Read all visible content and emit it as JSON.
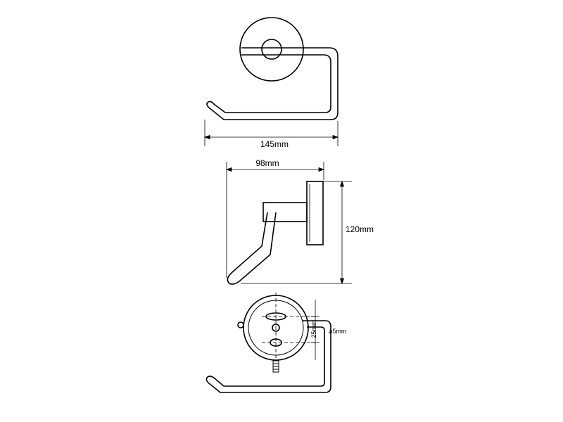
{
  "views": {
    "front": {
      "dimension_width": "145mm"
    },
    "side": {
      "dimension_depth": "98mm",
      "dimension_height": "120mm"
    },
    "back": {
      "hole_spacing": "25mm",
      "hole_diameter": "⌀5mm"
    }
  },
  "colors": {
    "line": "#000000",
    "background": "#ffffff"
  }
}
